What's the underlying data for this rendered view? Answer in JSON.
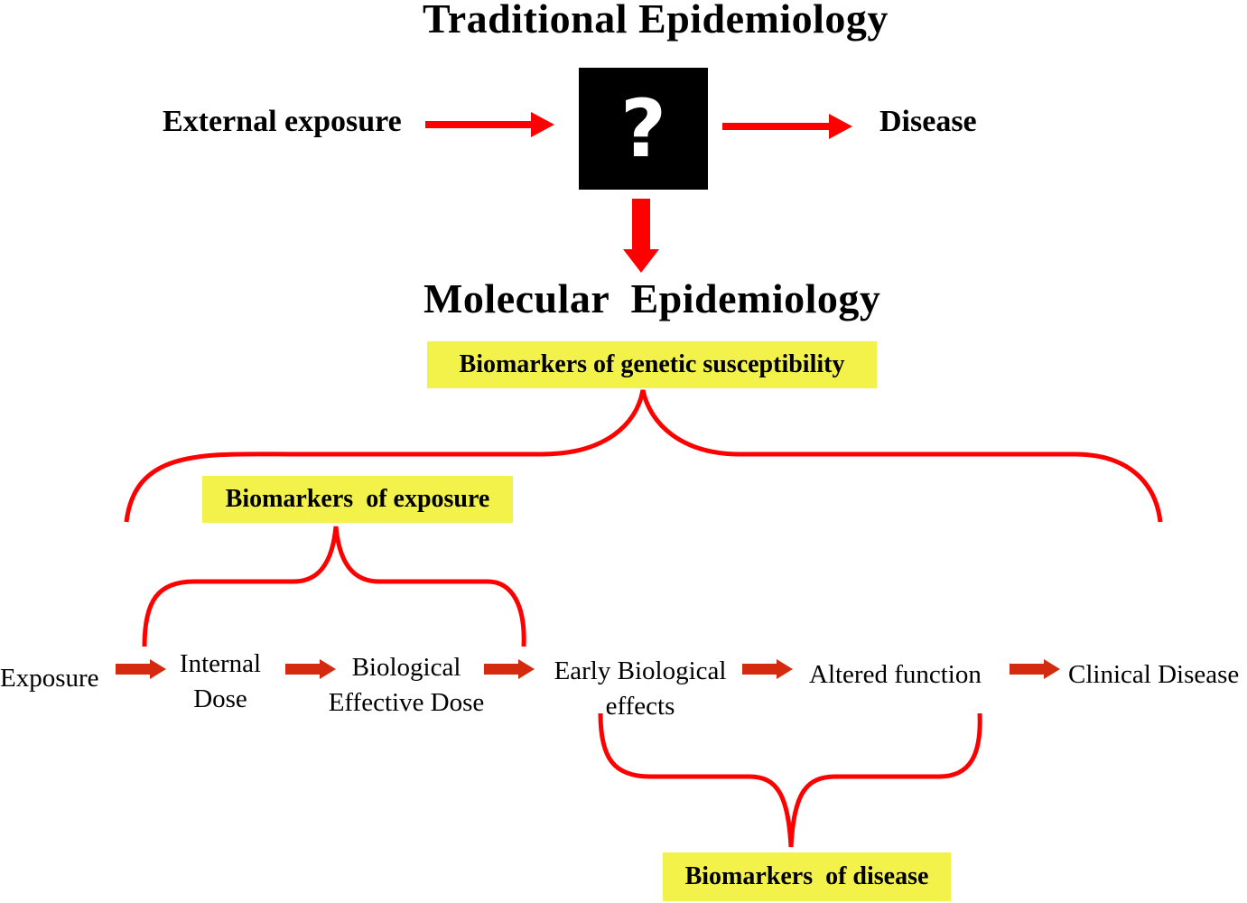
{
  "colors": {
    "arrow": "#ff0000",
    "small_arrow": "#d42a10",
    "bracket": "#ff0000",
    "highlight": "#f2f24a",
    "box": "#000000"
  },
  "traditional": {
    "title": "Traditional Epidemiology",
    "input": "External exposure",
    "unknown": "?",
    "output": "Disease"
  },
  "molecular": {
    "title": "Molecular  Epidemiology"
  },
  "biomarkers": {
    "genetic": "Biomarkers of genetic susceptibility",
    "exposure": "Biomarkers  of exposure",
    "disease": "Biomarkers  of disease"
  },
  "chain": [
    {
      "line1": "Exposure",
      "line2": ""
    },
    {
      "line1": "Internal",
      "line2": "Dose"
    },
    {
      "line1": "Biological",
      "line2": "Effective Dose"
    },
    {
      "line1": "Early Biological",
      "line2": "effects"
    },
    {
      "line1": "Altered function",
      "line2": ""
    },
    {
      "line1": "Clinical Disease",
      "line2": ""
    }
  ]
}
